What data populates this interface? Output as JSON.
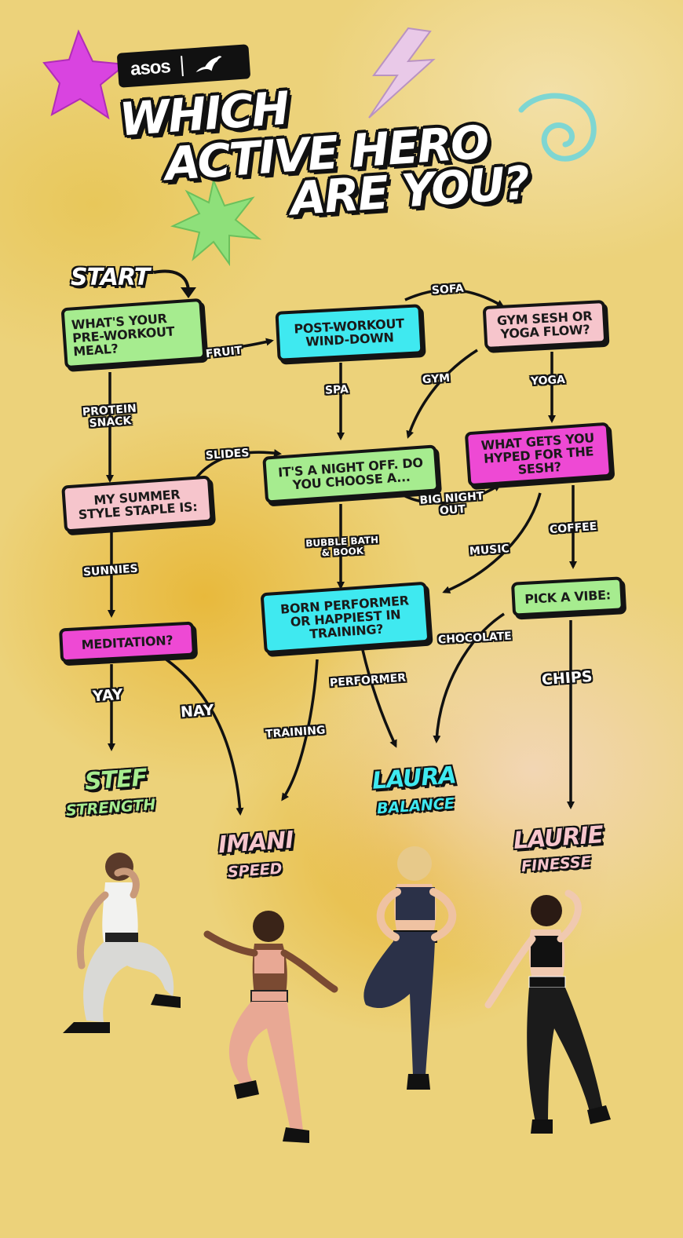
{
  "header": {
    "logo_brand": "asos",
    "logo_partner_icon": "puma-cat-icon",
    "title_lines": [
      "WHICH",
      "ACTIVE HERO",
      "ARE YOU?"
    ]
  },
  "flowchart": {
    "start_label": "START",
    "nodes": {
      "pre_workout_meal": "WHAT'S YOUR PRE-WORKOUT MEAL?",
      "post_workout": "POST-WORKOUT WIND-DOWN",
      "gym_or_yoga": "GYM SESH OR YOGA FLOW?",
      "summer_staple": "MY SUMMER STYLE STAPLE IS:",
      "night_off": "IT'S A NIGHT OFF. DO YOU CHOOSE A...",
      "hyped": "WHAT GETS YOU HYPED FOR THE SESH?",
      "meditation": "MEDITATION?",
      "performer_or_training": "BORN PERFORMER OR HAPPIEST IN TRAINING?",
      "pick_vibe": "PICK A VIBE:"
    },
    "edge_labels": {
      "fruit": "FRUIT",
      "sofa": "SOFA",
      "protein": "PROTEIN SNACK",
      "spa": "SPA",
      "gym": "GYM",
      "yoga": "YOGA",
      "slides": "SLIDES",
      "big_night_out": "BIG NIGHT OUT",
      "sunnies": "SUNNIES",
      "bubble_bath": "BUBBLE BATH & BOOK",
      "music": "MUSIC",
      "coffee": "COFFEE",
      "chocolate": "CHOCOLATE",
      "yay": "YAY",
      "nay": "NAY",
      "performer": "PERFORMER",
      "training": "TRAINING",
      "chips": "CHIPS"
    }
  },
  "heroes": [
    {
      "name": "STEF",
      "trait": "STRENGTH",
      "color": "#a6ec8f"
    },
    {
      "name": "IMANI",
      "trait": "SPEED",
      "color": "#f6c5cc"
    },
    {
      "name": "LAURA",
      "trait": "BALANCE",
      "color": "#3fe9f0"
    },
    {
      "name": "LAURIE",
      "trait": "FINESSE",
      "color": "#f6c5cc"
    }
  ],
  "colors": {
    "green": "#a6ec8f",
    "cyan": "#3fe9f0",
    "pink": "#f6c5cc",
    "magenta": "#ee49d4",
    "background": "#ecd27a",
    "outline": "#141414"
  },
  "decorations": [
    "star-icon",
    "lightning-bolt-icon",
    "spiral-icon",
    "starburst-icon"
  ]
}
